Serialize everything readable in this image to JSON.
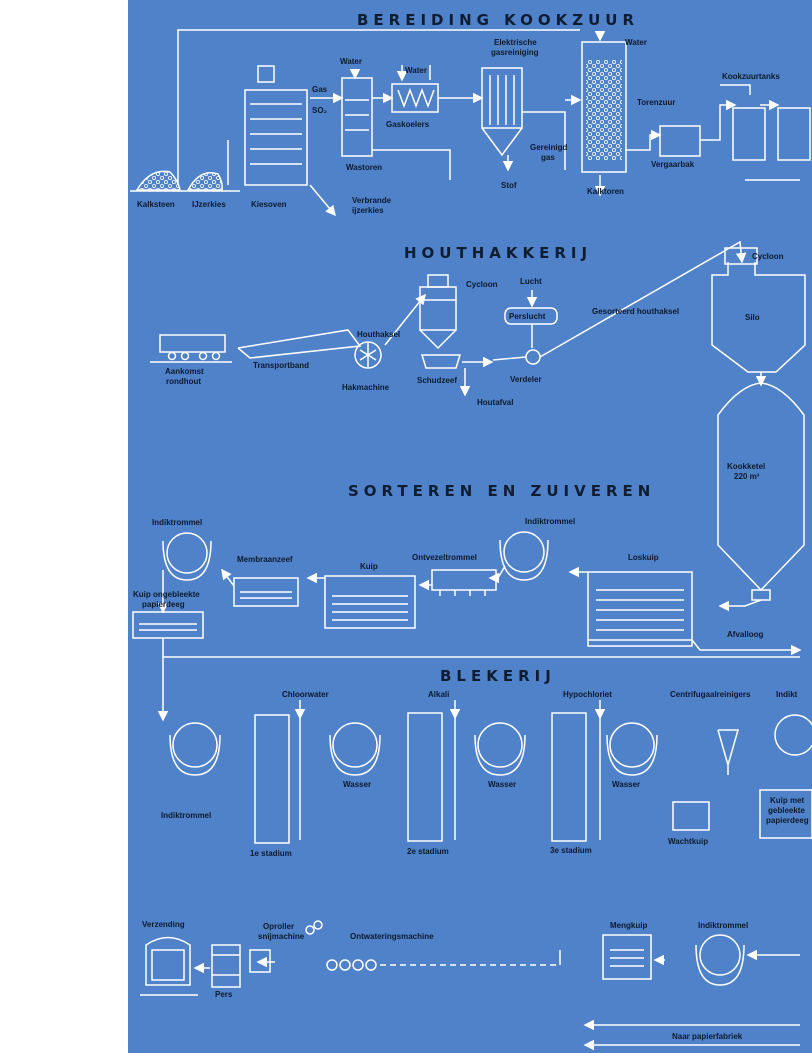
{
  "colors": {
    "panel": "#4f82c8",
    "lines": "#ffffff",
    "text": "#0e1a2e",
    "page": "#ffffff"
  },
  "sections": {
    "kookzuur": "BEREIDING KOOKZUUR",
    "houthakkerij": "HOUTHAKKERIJ",
    "sorteren": "SORTEREN EN ZUIVEREN",
    "blekerij": "BLEKERIJ"
  },
  "labels": {
    "kalksteen": "Kalksteen",
    "ijzerkies": "IJzerkies",
    "kiesoven": "Kiesoven",
    "verbrande_1": "Verbrande",
    "verbrande_2": "ijzerkies",
    "gas": "Gas",
    "so2": "SO₂",
    "water_1": "Water",
    "wastoren": "Wastoren",
    "water_2": "Water",
    "gaskoelers": "Gaskoelers",
    "elektrische_1": "Elektrische",
    "elektrische_2": "gasreiniging",
    "gereinigd_1": "Gereinigd",
    "gereinigd_2": "gas",
    "stof": "Stof",
    "water_3": "Water",
    "torenzuur": "Torenzuur",
    "kalktoren": "Kalktoren",
    "vergaarbak": "Vergaarbak",
    "kookzuurtanks": "Kookzuurtanks",
    "cycloon_1": "Cycloon",
    "lucht": "Lucht",
    "perslucht": "Perslucht",
    "gesorteerd": "Gesorteerd houthaksel",
    "cycloon_2": "Cycloon",
    "silo": "Silo",
    "aankomst_1": "Aankomst",
    "aankomst_2": "rondhout",
    "transportband": "Transportband",
    "houthaksel": "Houthaksel",
    "hakmachine": "Hakmachine",
    "schudzeef": "Schudzeef",
    "verdeler": "Verdeler",
    "houtafval": "Houtafval",
    "kookketel_1": "Kookketel",
    "kookketel_2": "220 m³",
    "indiktrommel_1": "Indiktrommel",
    "membraanzeef": "Membraanzeef",
    "kuip": "Kuip",
    "ontvezeltrommel": "Ontvezeltrommel",
    "indiktrommel_2": "Indiktrommel",
    "loskuip": "Loskuip",
    "kuip_ongebleekt_1": "Kuip ongebleekte",
    "kuip_ongebleekt_2": "papierdeeg",
    "afvalloog": "Afvalloog",
    "chloorwater": "Chloorwater",
    "alkali": "Alkali",
    "hypochloriet": "Hypochloriet",
    "centrifugaal": "Centrifugaalreinigers",
    "indiktrommel_3": "Indikt",
    "indiktrommel_4": "Indiktrommel",
    "wasser_1": "Wasser",
    "wasser_2": "Wasser",
    "wasser_3": "Wasser",
    "stadium_1": "1e stadium",
    "stadium_2": "2e stadium",
    "stadium_3": "3e stadium",
    "wachtkuip": "Wachtkuip",
    "kuip_gebleekt_1": "Kuip met",
    "kuip_gebleekt_2": "gebleekte",
    "kuip_gebleekt_3": "papierdeeg",
    "verzending": "Verzending",
    "oproller_1": "Oproller",
    "oproller_2": "snijmachine",
    "ontwateringsmachine": "Ontwateringsmachine",
    "mengkuip": "Mengkuip",
    "indiktrommel_5": "Indiktrommel",
    "pers": "Pers",
    "naar_papierfabriek": "Naar papierfabriek"
  }
}
